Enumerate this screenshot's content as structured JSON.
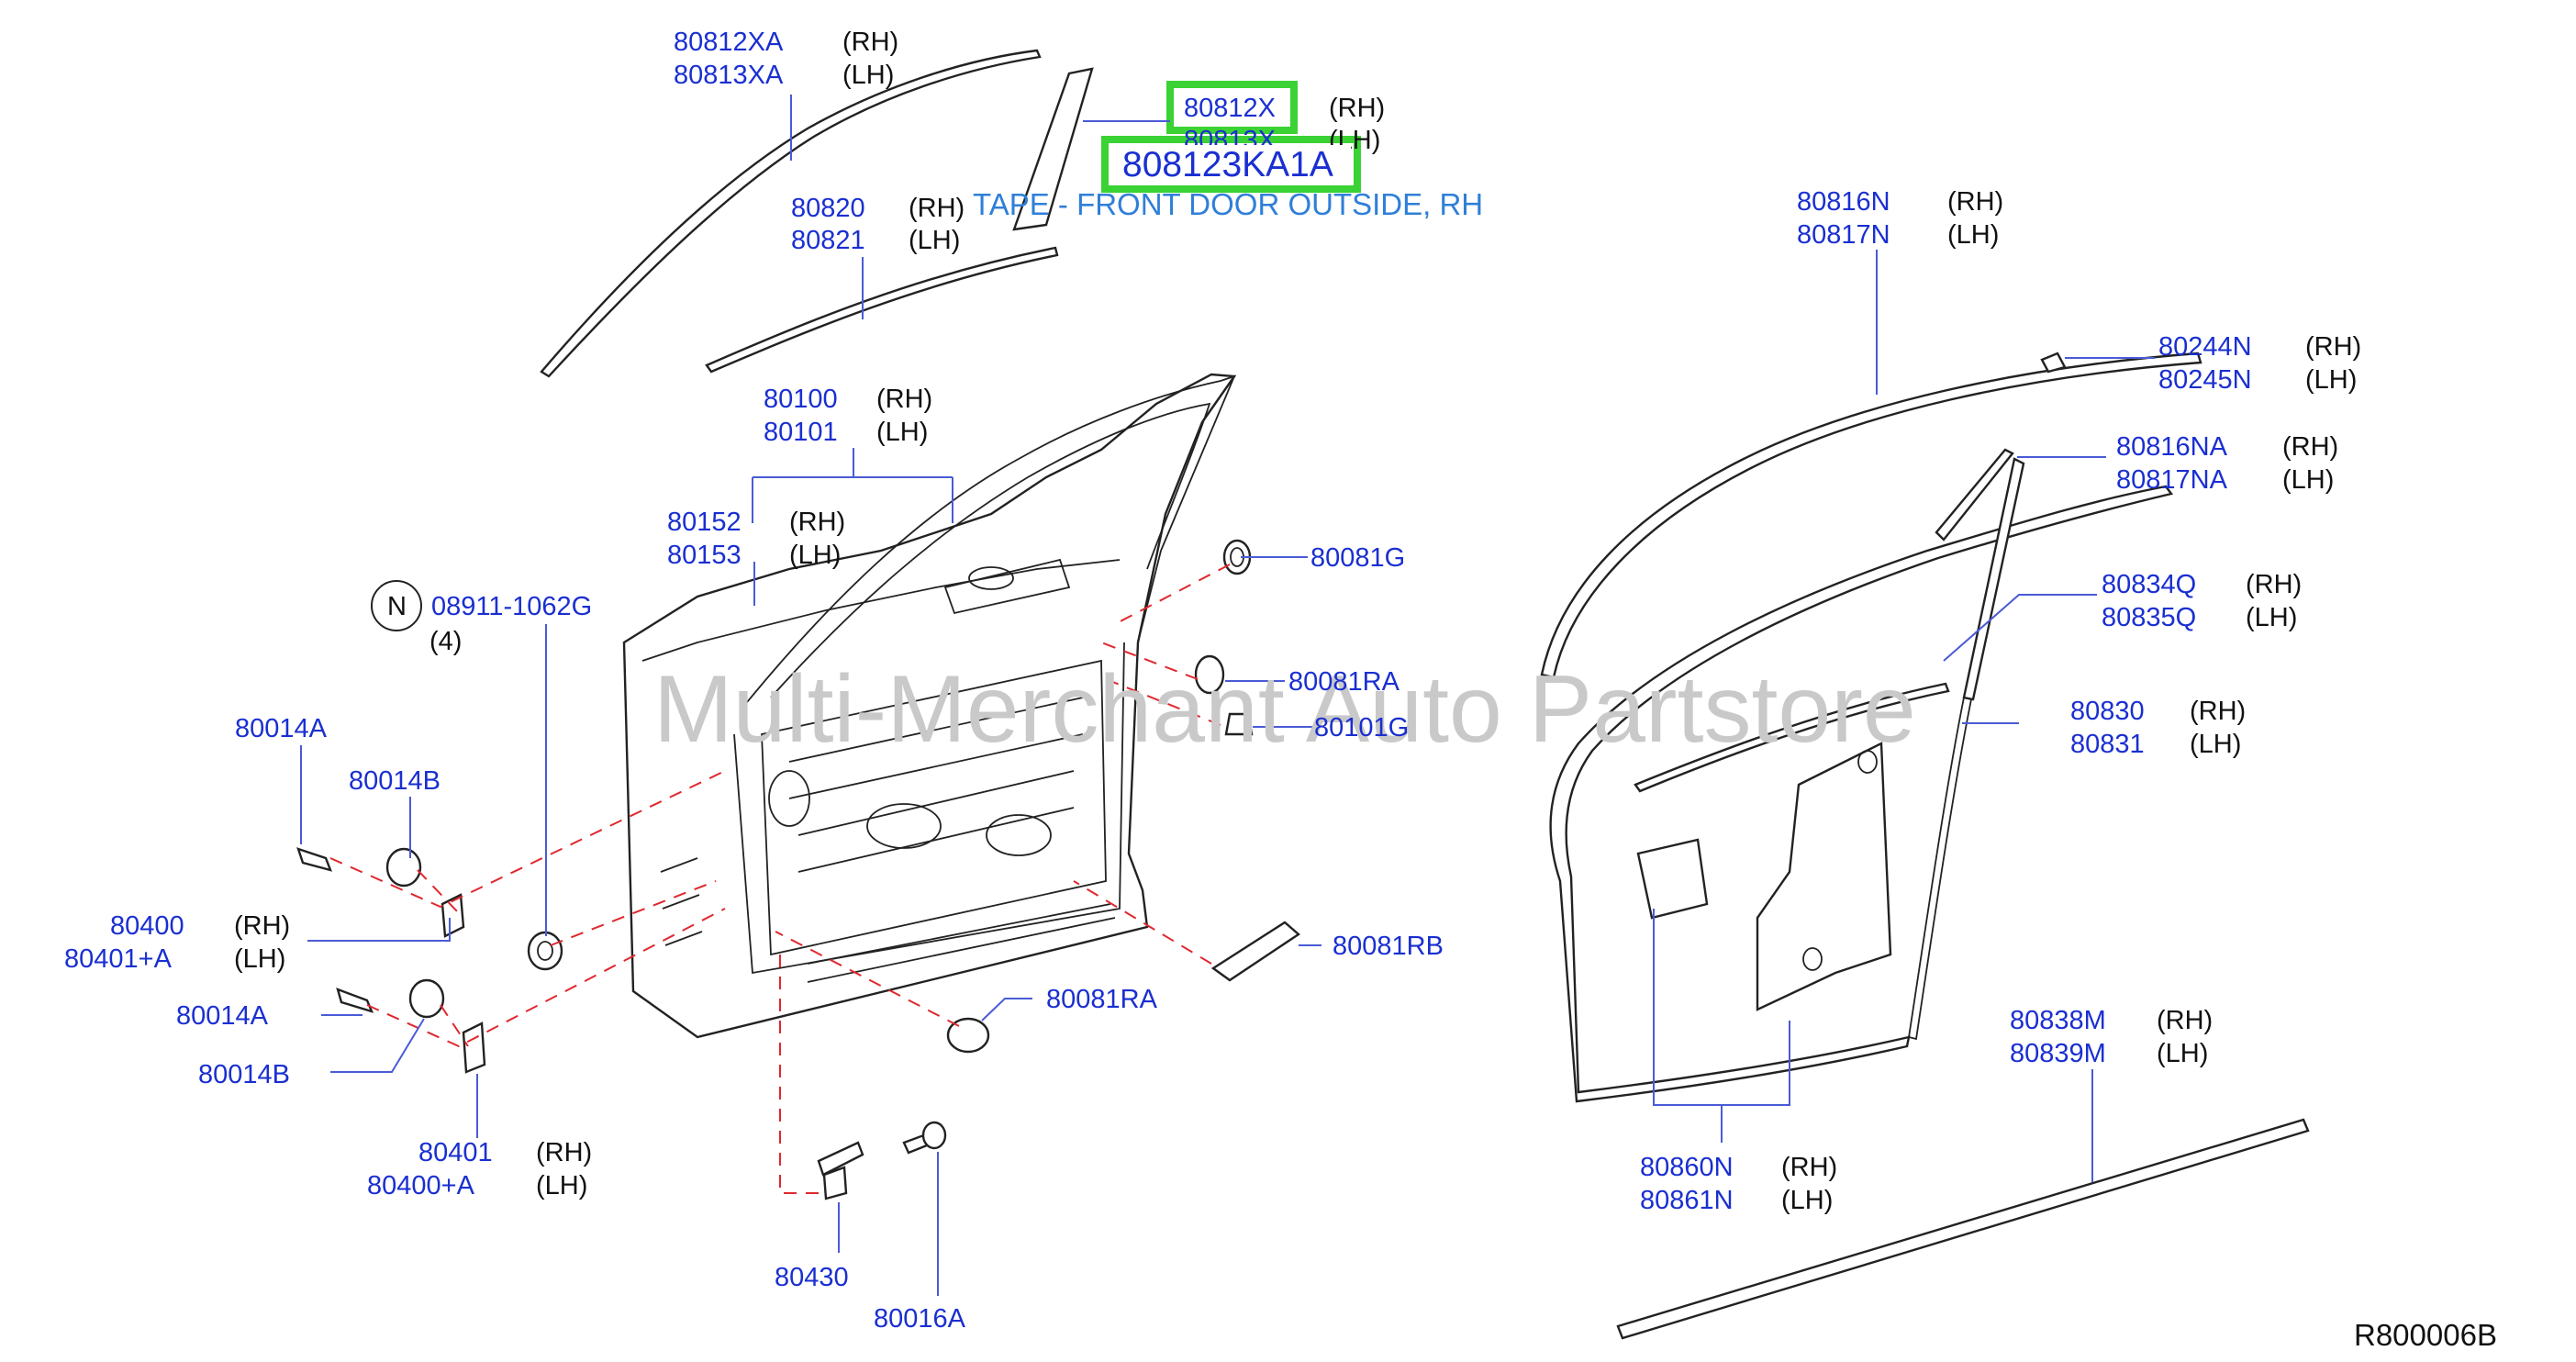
{
  "watermark": "Multi-Merchant Auto Partstore",
  "highlight": {
    "part_number": "808123KA1A",
    "description": "TAPE - FRONT DOOR OUTSIDE, RH",
    "color": "#3ad234"
  },
  "labels": {
    "p80812XA": "80812XA",
    "p80812XA_side": "(RH)",
    "p80813XA": "80813XA",
    "p80813XA_side": "(LH)",
    "p80812X": "80812X",
    "p80812X_side": "(RH)",
    "p80813X": "80813X",
    "p80813X_side": "(LH)",
    "p80820": "80820",
    "p80820_side": "(RH)",
    "p80821": "80821",
    "p80821_side": "(LH)",
    "p80100": "80100",
    "p80100_side": "(RH)",
    "p80101": "80101",
    "p80101_side": "(LH)",
    "p80152": "80152",
    "p80152_side": "(RH)",
    "p80153": "80153",
    "p80153_side": "(LH)",
    "n_symbol": "N",
    "p08911": "08911-1062G",
    "qty4": "(4)",
    "p80081G": "80081G",
    "p80081RA_top": "80081RA",
    "p80101G": "80101G",
    "p80014A_top": "80014A",
    "p80014B_top": "80014B",
    "p80400": "80400",
    "p80400_side": "(RH)",
    "p80401A": "80401+A",
    "p80401A_side": "(LH)",
    "p80014A_bot": "80014A",
    "p80014B_bot": "80014B",
    "p80401": "80401",
    "p80401_side": "(RH)",
    "p80400A": "80400+A",
    "p80400A_side": "(LH)",
    "p80081RB": "80081RB",
    "p80081RA_bot": "80081RA",
    "p80430": "80430",
    "p80016A": "80016A",
    "p80816N": "80816N",
    "p80816N_side": "(RH)",
    "p80817N": "80817N",
    "p80817N_side": "(LH)",
    "p80244N": "80244N",
    "p80244N_side": "(RH)",
    "p80245N": "80245N",
    "p80245N_side": "(LH)",
    "p80816NA": "80816NA",
    "p80816NA_side": "(RH)",
    "p80817NA": "80817NA",
    "p80817NA_side": "(LH)",
    "p80834Q": "80834Q",
    "p80834Q_side": "(RH)",
    "p80835Q": "80835Q",
    "p80835Q_side": "(LH)",
    "p80830": "80830",
    "p80830_side": "(RH)",
    "p80831": "80831",
    "p80831_side": "(LH)",
    "p80838M": "80838M",
    "p80838M_side": "(RH)",
    "p80839M": "80839M",
    "p80839M_side": "(LH)",
    "p80860N": "80860N",
    "p80860N_side": "(RH)",
    "p80861N": "80861N",
    "p80861N_side": "(LH)",
    "diagram_ref": "R800006B"
  }
}
